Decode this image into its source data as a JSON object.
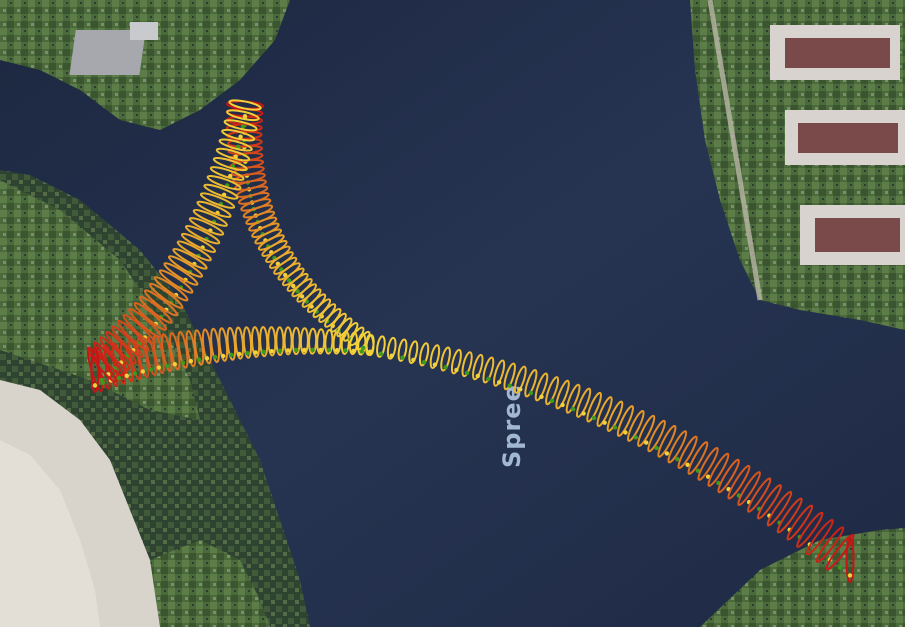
{
  "map": {
    "type": "satellite-3d-view",
    "labels": {
      "river": "Spree"
    },
    "overlay": {
      "kind": "3d-tube-path",
      "color_ramp": [
        "#f2d23a",
        "#e8a52a",
        "#e0481c",
        "#c81414",
        "#3c9a1c"
      ]
    },
    "colors": {
      "water": "#233049",
      "vegetation": "#4b6b3c",
      "sand": "#d6d3cc",
      "rooftop": "#7a4a4a"
    }
  }
}
